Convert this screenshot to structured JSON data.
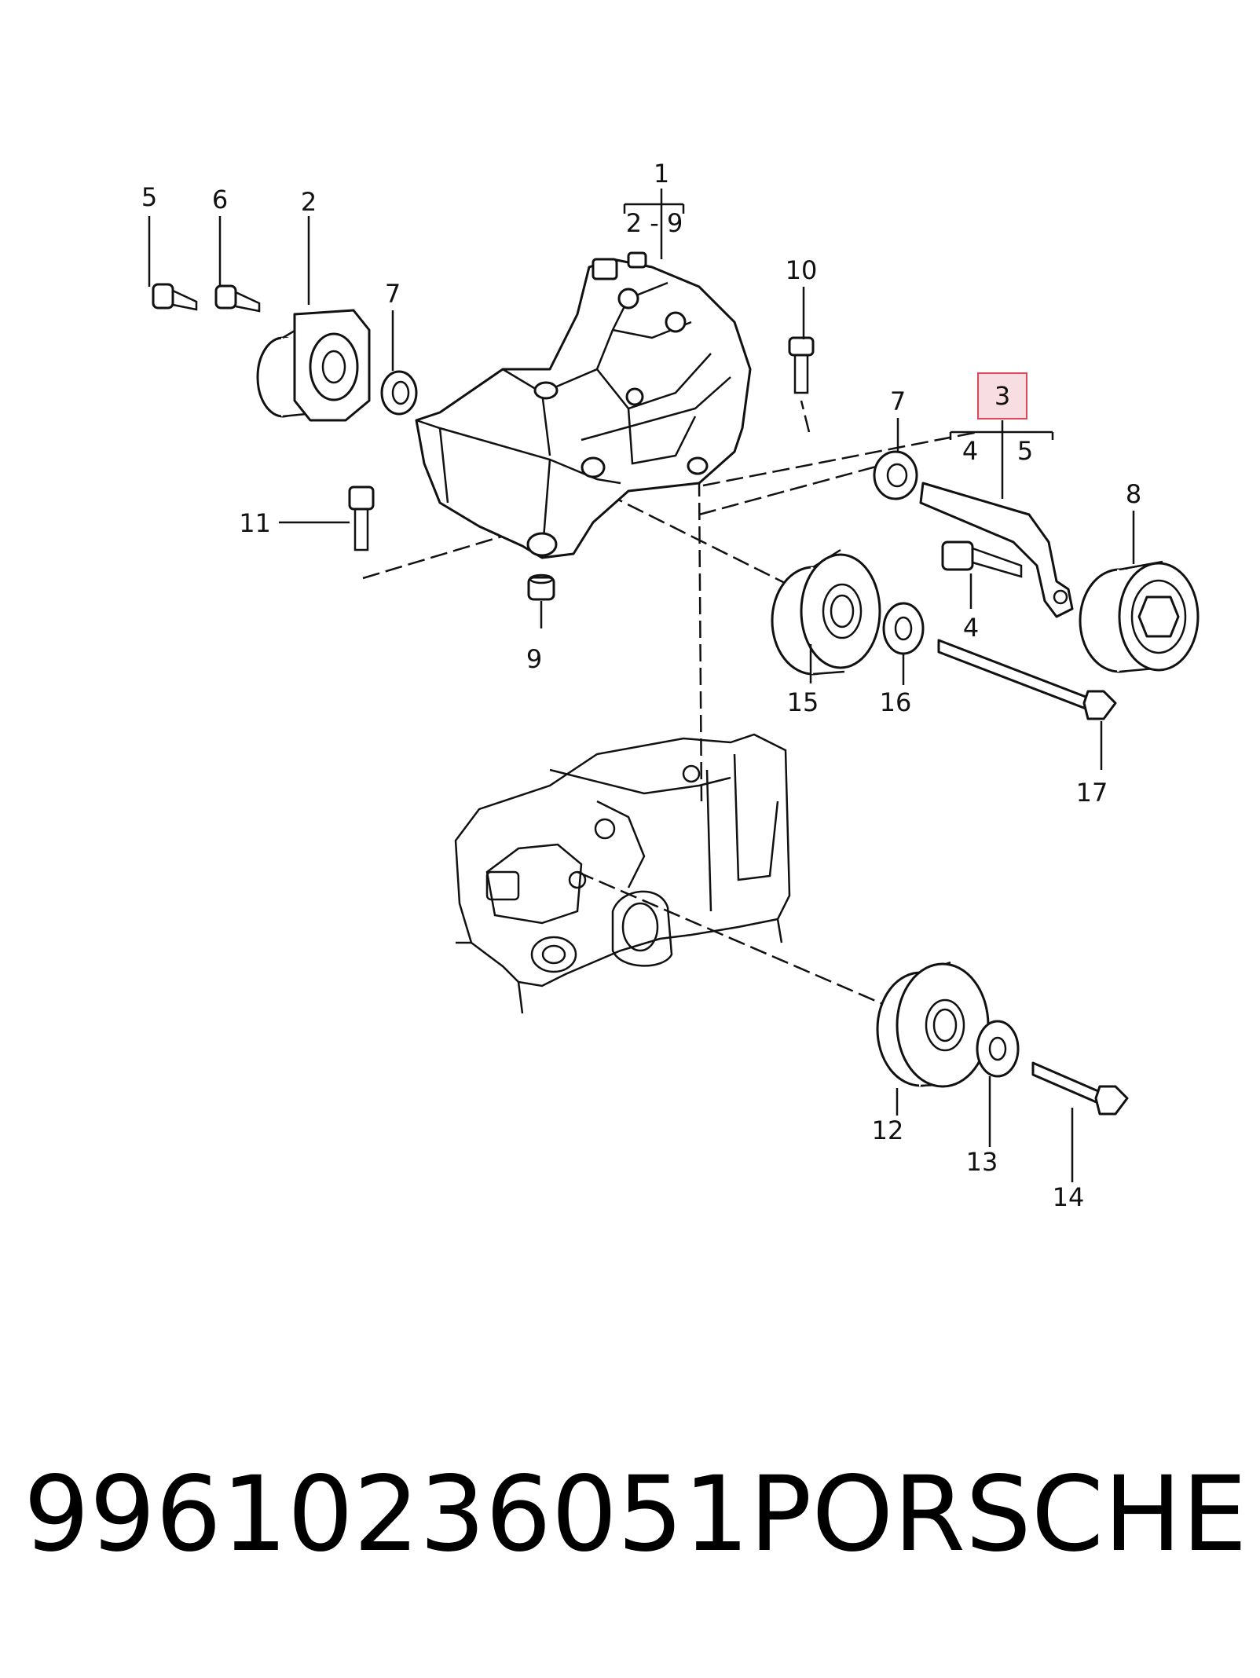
{
  "callouts": [
    {
      "id": "c1",
      "text": "1"
    },
    {
      "id": "c1-range",
      "text": "2 - 9"
    },
    {
      "id": "c2",
      "text": "2"
    },
    {
      "id": "c3",
      "text": "3"
    },
    {
      "id": "c3-4",
      "text": "4"
    },
    {
      "id": "c3-5",
      "text": "5"
    },
    {
      "id": "c4",
      "text": "4"
    },
    {
      "id": "c5",
      "text": "5"
    },
    {
      "id": "c6",
      "text": "6"
    },
    {
      "id": "c7a",
      "text": "7"
    },
    {
      "id": "c7b",
      "text": "7"
    },
    {
      "id": "c8",
      "text": "8"
    },
    {
      "id": "c9",
      "text": "9"
    },
    {
      "id": "c10",
      "text": "10"
    },
    {
      "id": "c11",
      "text": "11"
    },
    {
      "id": "c12",
      "text": "12"
    },
    {
      "id": "c13",
      "text": "13"
    },
    {
      "id": "c14",
      "text": "14"
    },
    {
      "id": "c15",
      "text": "15"
    },
    {
      "id": "c16",
      "text": "16"
    },
    {
      "id": "c17",
      "text": "17"
    }
  ],
  "highlight": {
    "callout": "c3",
    "color": "#e0485a",
    "fill": "#f8dde2"
  },
  "footer": {
    "part_number": "99610236051",
    "brand": "PORSCHE"
  }
}
